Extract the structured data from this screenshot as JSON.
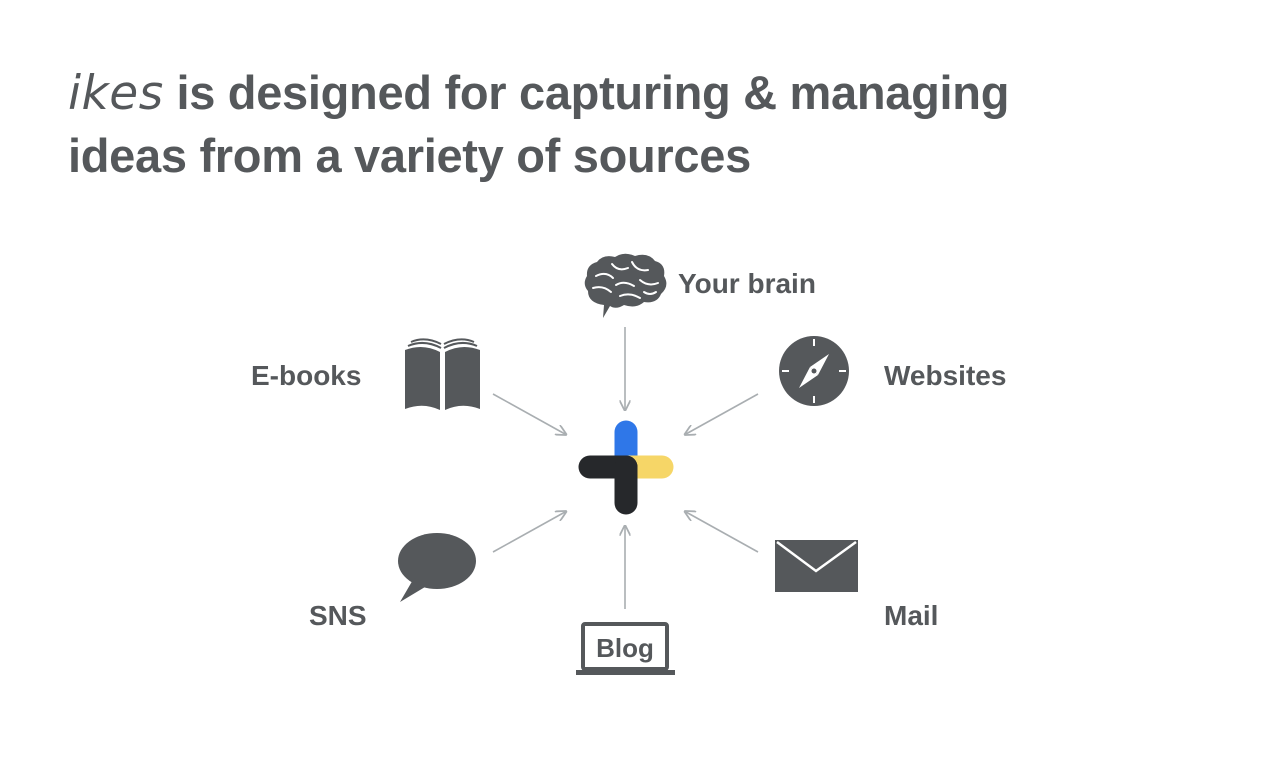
{
  "title": {
    "brand": "ikes",
    "line1_rest": " is designed for capturing & managing",
    "line2": "ideas from a variety of sources"
  },
  "sources": {
    "brain": {
      "label": "Your brain",
      "icon": "brain-icon"
    },
    "ebooks": {
      "label": "E-books",
      "icon": "book-icon"
    },
    "websites": {
      "label": "Websites",
      "icon": "compass-icon"
    },
    "sns": {
      "label": "SNS",
      "icon": "speech-bubble-icon"
    },
    "blog": {
      "label": "Blog",
      "icon": "laptop-icon"
    },
    "mail": {
      "label": "Mail",
      "icon": "envelope-icon"
    }
  },
  "hub": {
    "icon": "ikes-plus-logo"
  },
  "colors": {
    "text": "#55585b",
    "icon": "#55585b",
    "arrow": "#a9aeb1",
    "logo_blue": "#2f77e8",
    "logo_yellow": "#f6d667",
    "logo_dark": "#26282b"
  }
}
